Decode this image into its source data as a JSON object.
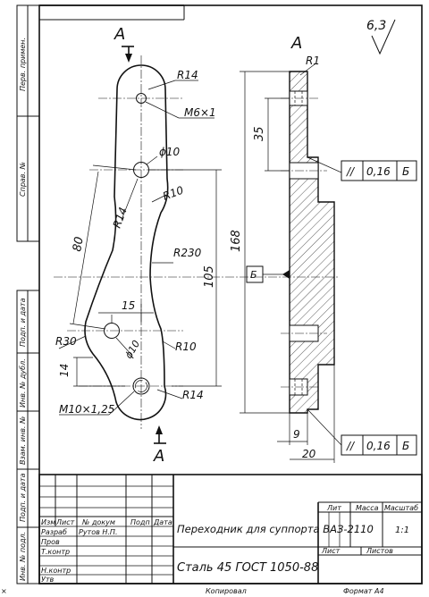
{
  "surface_finish": "6,3",
  "section": {
    "label": "A"
  },
  "left_strip": {
    "perv_primen": "Перв. примен.",
    "sprav_no": "Справ. №",
    "podp_data_1": "Подп. и дата",
    "inv_dubl": "Инв. № дубл.",
    "vzam_inv": "Взам. инв. №",
    "podp_data_2": "Подп. и дата",
    "inv_podl": "Инв. № подл."
  },
  "dims": {
    "r14_top": "R14",
    "thread_top": "M6×1",
    "dia10_top": "ϕ10",
    "r10_mid": "R10",
    "r14_mid": "R14",
    "d80": "80",
    "r230": "R230",
    "d105": "105",
    "d15": "15",
    "r30": "R30",
    "dia10_low": "ϕ10",
    "r10_low": "R10",
    "d14": "14",
    "r14_low": "R14",
    "thread_low": "M10×1,25",
    "d168": "168",
    "d35": "35",
    "r1": "R1",
    "d9": "9",
    "d20": "20",
    "datum": "Б"
  },
  "tolerances": [
    {
      "symbol": "//",
      "value": "0,16",
      "datum": "Б"
    },
    {
      "symbol": "//",
      "value": "0,16",
      "datum": "Б"
    }
  ],
  "title_block": {
    "izm": "Изм",
    "list": "Лист",
    "no_dokum": "№ докум",
    "podp": "Подп",
    "data": "Дата",
    "razrab": "Разраб",
    "razrab_name": "Рутов Н.П.",
    "prov": "Пров",
    "t_kontr": "Т.контр",
    "n_kontr": "Н.контр",
    "utv": "Утв",
    "part_name": "Переходник для суппорта ВАЗ-2110",
    "material": "Сталь 45 ГОСТ 1050-88",
    "lit": "Лит",
    "massa": "Масса",
    "masshtab": "Масштаб",
    "scale": "1:1",
    "list_label": "Лист",
    "listov": "Листов",
    "kopiroval": "Копировал",
    "format": "Формат А4"
  }
}
